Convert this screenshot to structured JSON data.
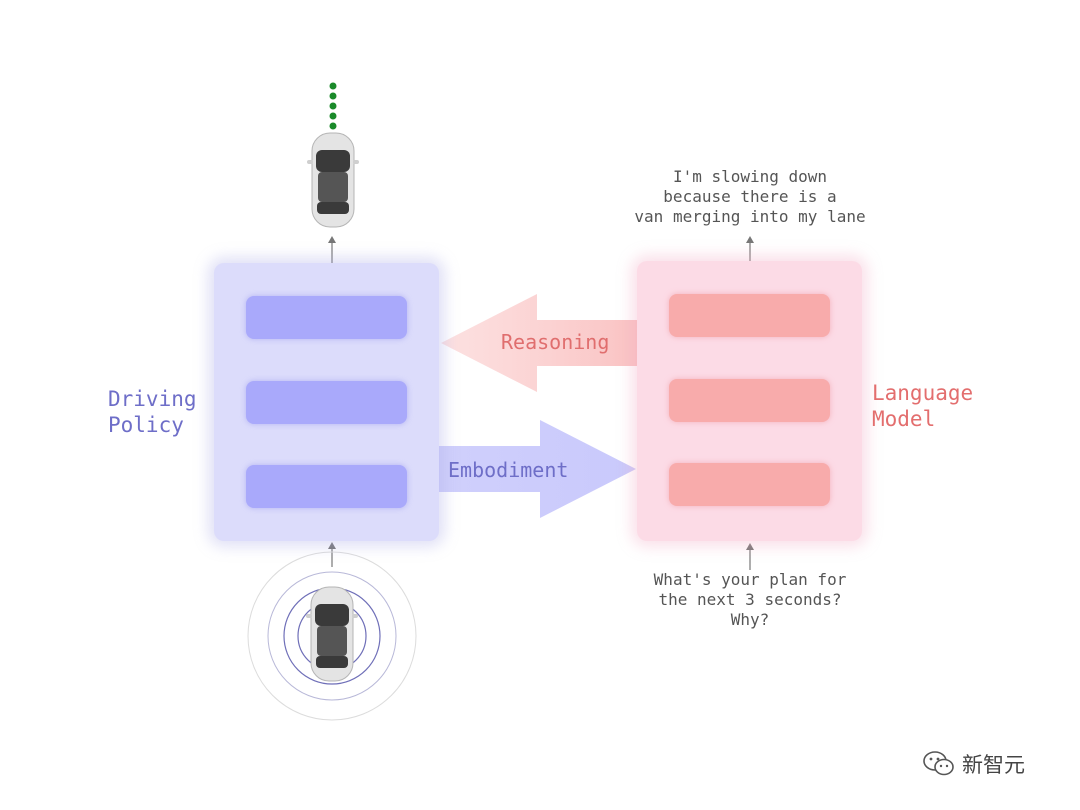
{
  "driving_policy": {
    "label": "Driving\nPolicy"
  },
  "language_model": {
    "label": "Language\nModel"
  },
  "arrows": {
    "reasoning": "Reasoning",
    "embodiment": "Embodiment"
  },
  "captions": {
    "output": "I'm slowing down\nbecause there is a\nvan merging into my lane",
    "input": "What's your plan for\nthe next 3 seconds?\nWhy?"
  },
  "watermark": {
    "text": "新智元",
    "icon": "wechat-icon"
  },
  "colors": {
    "policy_block": "#dcdcfb",
    "policy_bar": "#a9a9fb",
    "policy_text": "#6e6ec8",
    "lm_block": "#fcdbe6",
    "lm_bar": "#f8abab",
    "lm_text": "#e36e6e",
    "trajectory_dots": "#1a8a2a"
  }
}
